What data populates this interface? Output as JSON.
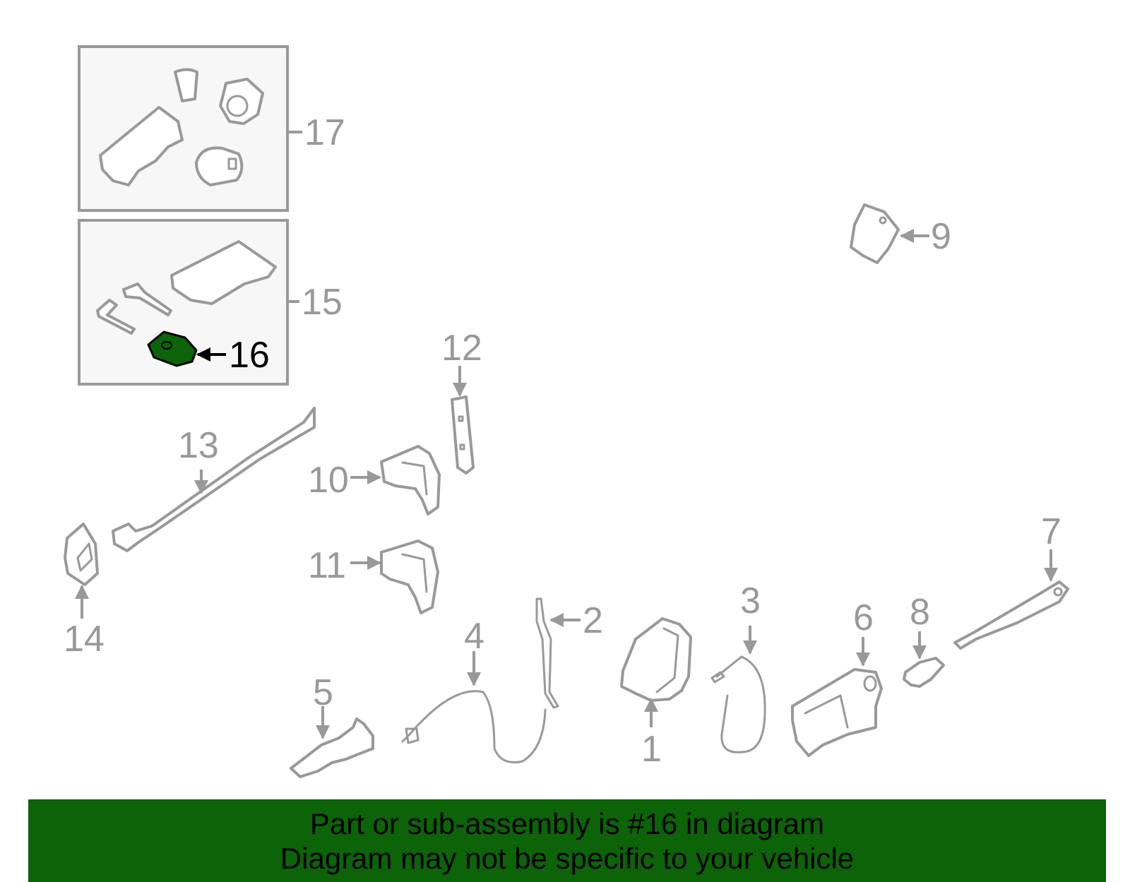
{
  "colors": {
    "highlight": "#0c6308",
    "part_outline": "#999999",
    "banner_bg": "#0c6308"
  },
  "highlighted_part": "16",
  "callouts": {
    "c1": "1",
    "c2": "2",
    "c3": "3",
    "c4": "4",
    "c5": "5",
    "c6": "6",
    "c7": "7",
    "c8": "8",
    "c9": "9",
    "c10": "10",
    "c11": "11",
    "c12": "12",
    "c13": "13",
    "c14": "14",
    "c15": "15",
    "c16": "16",
    "c17": "17"
  },
  "banner": {
    "line1": "Part or sub-assembly is #16 in diagram",
    "line2": "Diagram may not be specific to your vehicle"
  }
}
